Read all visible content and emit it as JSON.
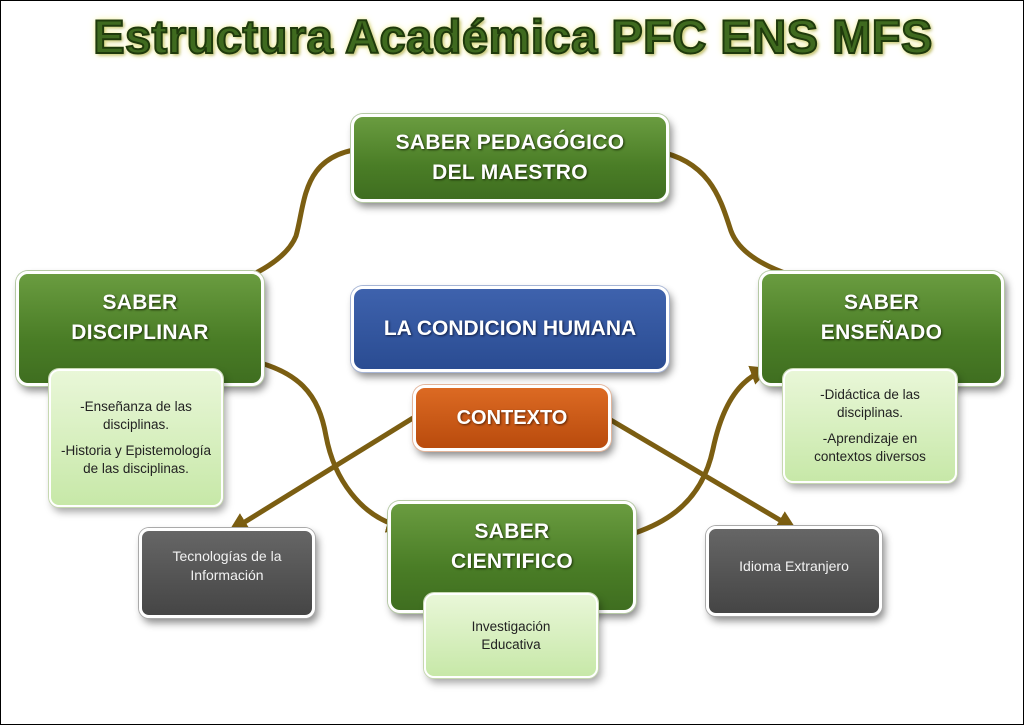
{
  "title": "Estructura Académica PFC ENS MFS",
  "nodes": {
    "saber_pedagogico": {
      "line1": "SABER PEDAGÓGICO",
      "line2": "DEL MAESTRO"
    },
    "saber_disciplinar": {
      "line1": "SABER",
      "line2": "DISCIPLINAR"
    },
    "saber_ensenado": {
      "line1": "SABER",
      "line2": "ENSEÑADO"
    },
    "saber_cientifico": {
      "line1": "SABER",
      "line2": "CIENTIFICO"
    },
    "condicion_humana": "LA CONDICION HUMANA",
    "contexto": "CONTEXTO"
  },
  "notes": {
    "disciplinar": [
      "-Enseñanza de las disciplinas.",
      "-Historia y Epistemología de las disciplinas."
    ],
    "ensenado": [
      "-Didáctica de las disciplinas.",
      "-Aprendizaje en contextos diversos"
    ],
    "cientifico": [
      "Investigación Educativa"
    ]
  },
  "context_items": {
    "tecnologias": "Tecnologías de la Información",
    "idioma": "Idioma Extranjero"
  },
  "colors": {
    "arrow": "#7b5e12",
    "green": "#4a7d26",
    "blue": "#2a4c92",
    "orange": "#c8571a",
    "gray": "#555555",
    "note": "#d3ecb8"
  }
}
